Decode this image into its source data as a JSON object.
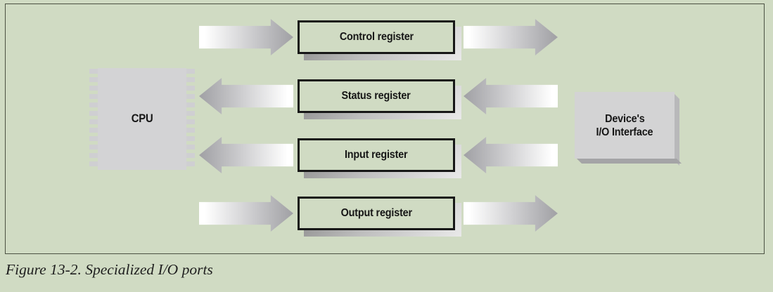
{
  "figure": {
    "caption": "Figure 13-2. Specialized I/O ports",
    "cpu_label": "CPU",
    "device_label_line1": "Device's",
    "device_label_line2": "I/O Interface",
    "registers": [
      {
        "label": "Control register",
        "flow": "cpu-to-device"
      },
      {
        "label": "Status register",
        "flow": "device-to-cpu"
      },
      {
        "label": "Input register",
        "flow": "device-to-cpu"
      },
      {
        "label": "Output register",
        "flow": "cpu-to-device"
      }
    ],
    "colors": {
      "background": "#d0dbc3",
      "frame_border": "#4b5142",
      "register_fill": "#d0dbc3",
      "register_border": "#171717",
      "chip_fill": "#d3d3d5",
      "device_fill": "#d3d3d4",
      "arrow_gray": "#a3a3a7",
      "arrow_white": "#ffffff",
      "shadow_gray": "#888888"
    }
  }
}
